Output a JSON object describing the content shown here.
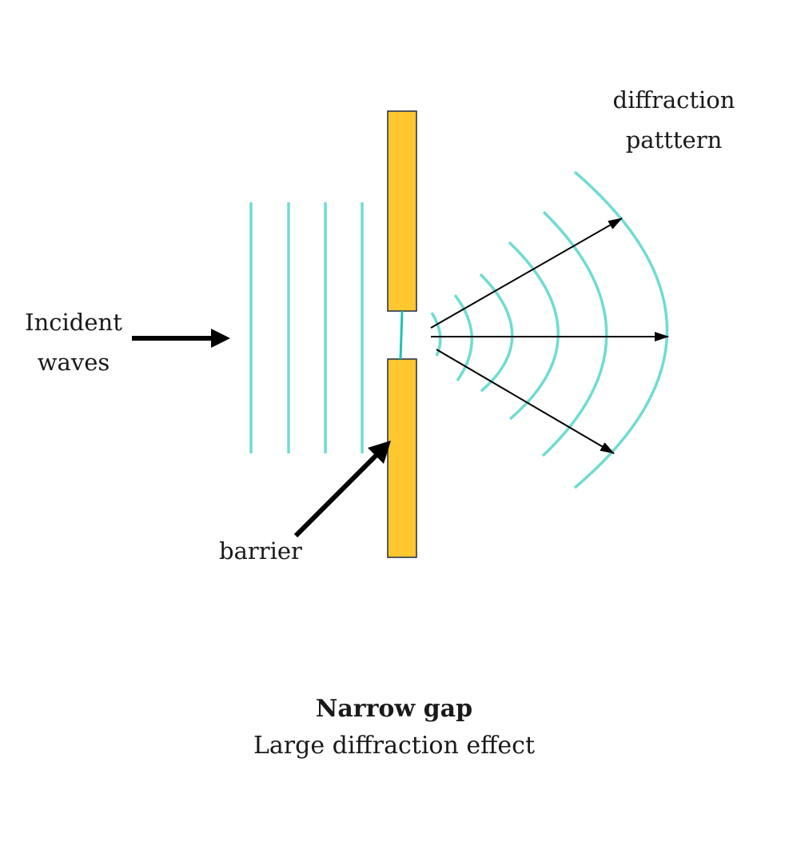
{
  "labels": {
    "incident": [
      "Incident",
      "waves"
    ],
    "diffraction": [
      "diffraction",
      "patttern"
    ],
    "barrier": "barrier"
  },
  "caption": {
    "title": "Narrow gap",
    "subtitle": "Large diffraction effect"
  },
  "colors": {
    "wave": "#6fdcd0",
    "gap_wave": "#1ec3b4",
    "barrier_fill": "#ffc72f",
    "barrier_stroke": "#1c2a4a",
    "arrow": "#000000"
  },
  "elements": {
    "incident_wavefront_count": 4,
    "diffracted_wavefront_count": 6,
    "direction_arrow_count": 3
  }
}
